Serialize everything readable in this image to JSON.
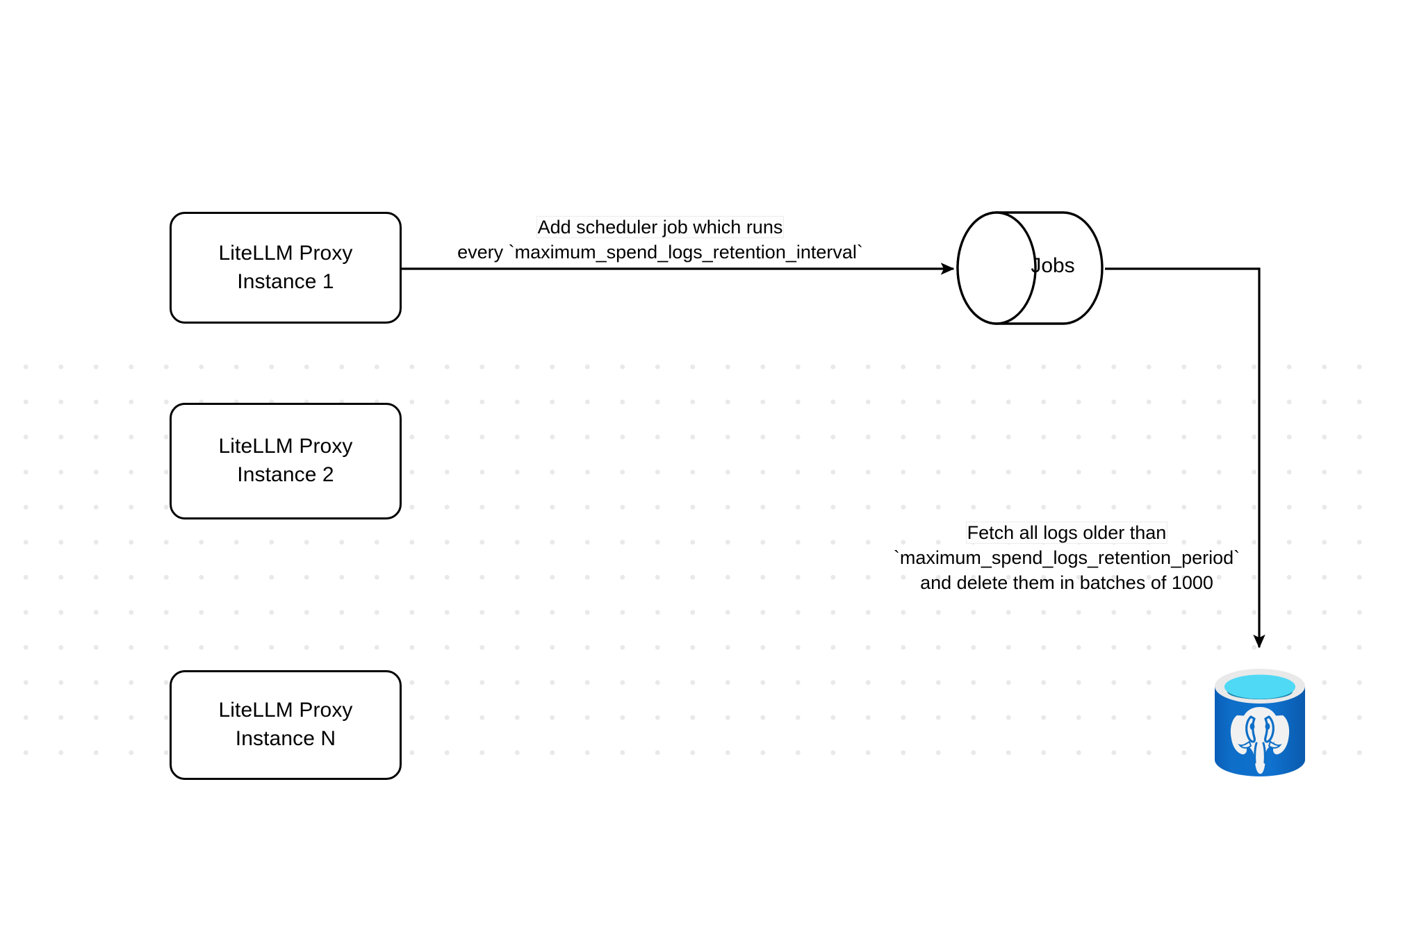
{
  "diagram": {
    "title": "LiteLLM spend logs retention scheduler flow",
    "background_color": "#ffffff",
    "grid_dot_color": "#e9e9e9",
    "nodes": {
      "instance_1": {
        "line1": "LiteLLM Proxy",
        "line2": "Instance 1"
      },
      "instance_2": {
        "line1": "LiteLLM Proxy",
        "line2": "Instance 2"
      },
      "instance_n": {
        "line1": "LiteLLM Proxy",
        "line2": "Instance N"
      },
      "jobs": {
        "label": "Jobs",
        "shape": "cylinder"
      },
      "database": {
        "label": "postgresql-database-icon",
        "shape": "cylinder",
        "colors": {
          "body": "#0d6fc7",
          "body_dark": "#0a57a8",
          "rim": "#e9e9e9",
          "top_cyan": "#4fd9f5",
          "top_inner": "#1b85ae",
          "elephant": "#f1f1f1"
        }
      }
    },
    "edges": {
      "scheduler": {
        "line1": "Add scheduler job which runs",
        "line2": "every `maximum_spend_logs_retention_interval`"
      },
      "fetch": {
        "line1": "Fetch all logs older than",
        "line2": "`maximum_spend_logs_retention_period`",
        "line3": "and delete them in batches of 1000"
      }
    }
  }
}
